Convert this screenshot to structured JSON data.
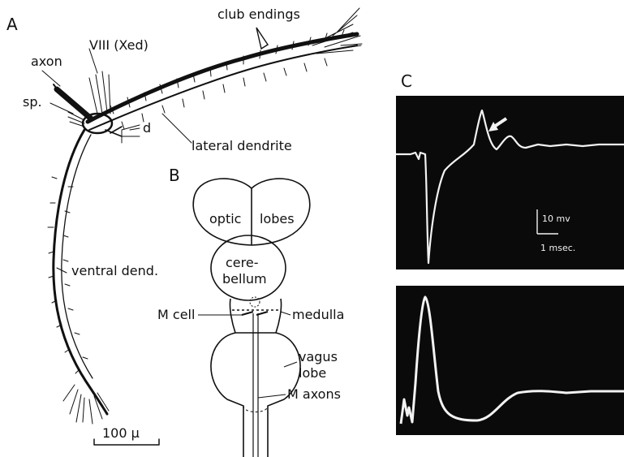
{
  "panels": {
    "A": {
      "letter": "A",
      "labels": {
        "club_endings": "club endings",
        "axon": "axon",
        "viii": "VIII (Xed)",
        "sp": "sp.",
        "d": "d",
        "lateral_dendrite": "lateral dendrite",
        "ventral_dend": "ventral dend.",
        "scale": "100 μ"
      }
    },
    "B": {
      "letter": "B",
      "labels": {
        "optic": "optic",
        "lobes": "lobes",
        "cere": "cere-",
        "bellum": "bellum",
        "m_cell": "M cell",
        "medulla": "medulla",
        "vagus": "vagus",
        "lobe": "lobe",
        "m_axons": "M axons"
      }
    },
    "C": {
      "letter": "C",
      "scale_mv": "10 mv",
      "scale_ms": "1 msec."
    }
  },
  "colors": {
    "ink": "#111111",
    "trace_bg": "#0a0a0a",
    "trace": "#f2f2f2"
  }
}
